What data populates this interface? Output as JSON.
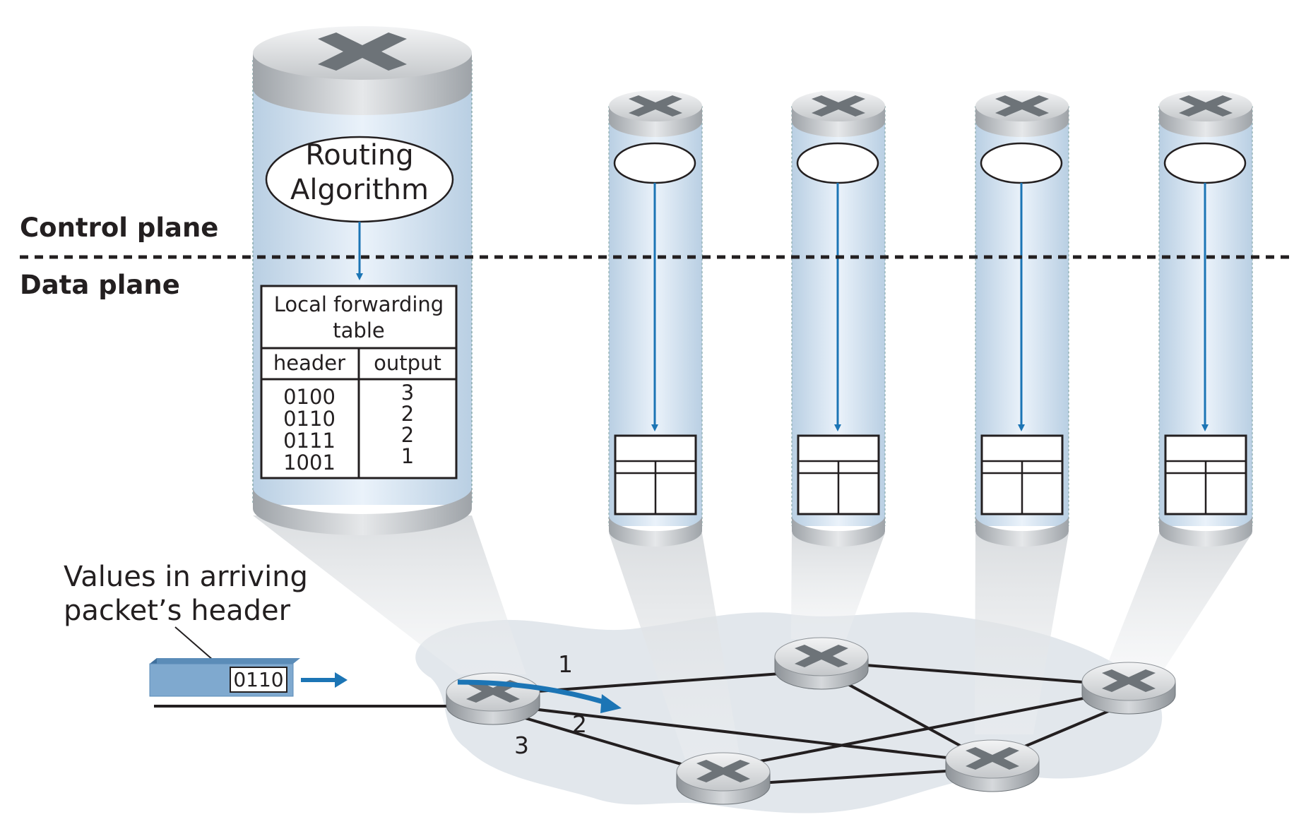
{
  "labels": {
    "control_plane": "Control plane",
    "data_plane": "Data plane"
  },
  "routing_algorithm": {
    "line1": "Routing",
    "line2": "Algorithm"
  },
  "forwarding_table": {
    "title_line1": "Local forwarding",
    "title_line2": "table",
    "col_header": "header",
    "col_output": "output",
    "rows": [
      {
        "header": "0100",
        "output": "3"
      },
      {
        "header": "0110",
        "output": "2"
      },
      {
        "header": "0111",
        "output": "2"
      },
      {
        "header": "1001",
        "output": "1"
      }
    ]
  },
  "packet_annotation": {
    "line1": "Values in arriving",
    "line2": "packet’s header"
  },
  "packet": {
    "header_value": "0110"
  },
  "ports": {
    "p1": "1",
    "p2": "2",
    "p3": "3"
  },
  "colors": {
    "arrow_blue": "#1c75b5",
    "column_fill": "#dbe9f5",
    "network_cloud": "#e2e7ec",
    "packet_fill": "#7fa9cf",
    "router_gray": "#c8ccd0"
  },
  "icons": [
    "router-icon",
    "forwarding-arrow-icon",
    "packet-icon"
  ]
}
